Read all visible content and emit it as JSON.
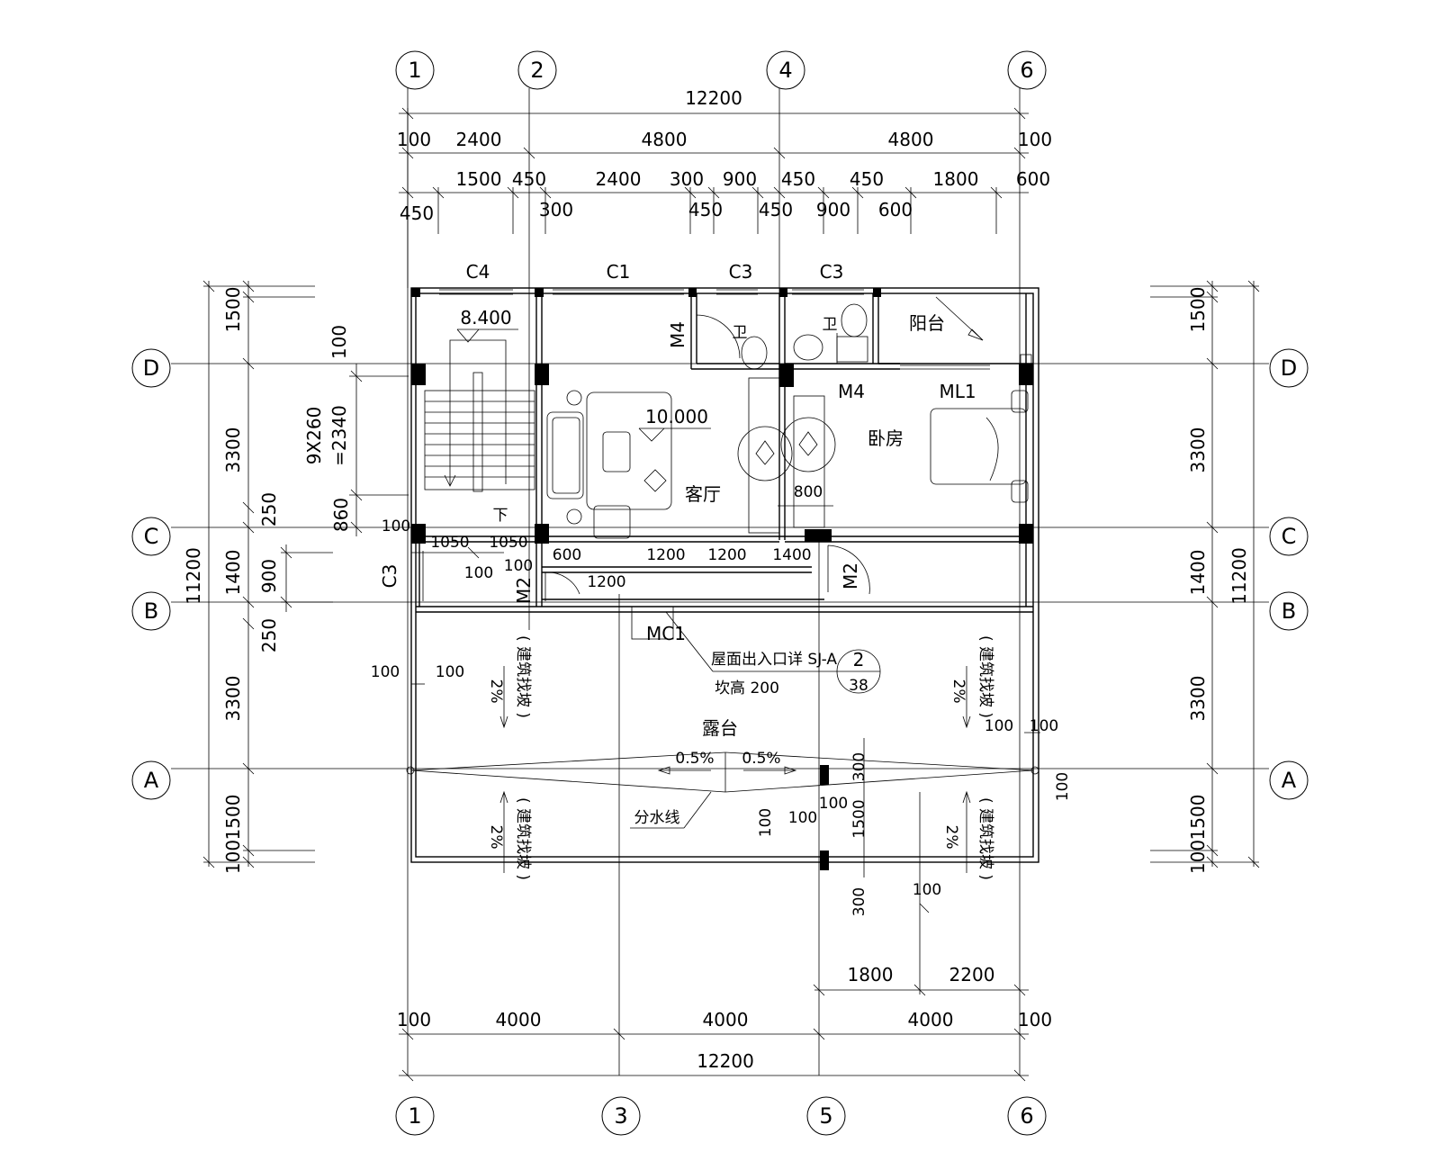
{
  "axes": {
    "top": [
      "1",
      "2",
      "4",
      "6"
    ],
    "bottom": [
      "1",
      "3",
      "5",
      "6"
    ],
    "left": [
      "D",
      "C",
      "B",
      "A"
    ],
    "right": [
      "D",
      "C",
      "B",
      "A"
    ]
  },
  "dims_top": {
    "total": "12200",
    "row2": [
      "100",
      "2400",
      "4800",
      "4800",
      "100"
    ],
    "row3": [
      "1500",
      "450",
      "2400",
      "300",
      "900",
      "450",
      "450",
      "1800",
      "600"
    ],
    "row4": [
      "450",
      "300",
      "450",
      "450",
      "900",
      "600"
    ]
  },
  "dims_bottom": {
    "sub": [
      "1800",
      "2200"
    ],
    "row": [
      "100",
      "4000",
      "4000",
      "4000",
      "100"
    ],
    "total": "12200"
  },
  "dims_left": {
    "outer": [
      "1500",
      "100",
      "3300",
      "250",
      "1400",
      "250",
      "3300",
      "100",
      "1500",
      "100"
    ],
    "total": "11200",
    "inner": [
      "100",
      "860",
      "900"
    ],
    "stair": [
      "9X260",
      "=2340"
    ]
  },
  "dims_right": {
    "outer": [
      "1500",
      "100",
      "3300",
      "1400",
      "3300",
      "100",
      "1500",
      "100"
    ],
    "total": "11200"
  },
  "rooms": {
    "balcony": "阳台",
    "living": "客厅",
    "bedroom": "卧房",
    "terrace": "露台",
    "toilet_1": "卫",
    "toilet_2": "卫"
  },
  "elevations": [
    "8.400",
    "10.000"
  ],
  "windows": [
    "C4",
    "C1",
    "C3",
    "C3",
    "C3"
  ],
  "doors": [
    "M4",
    "M4",
    "ML1",
    "M2",
    "M2",
    "MC1"
  ],
  "notes": {
    "roof_exit": "屋面出入口详 SJ-A",
    "curb": "坎高 200",
    "detail_num": "2",
    "detail_sheet": "38",
    "slope_2": "2%",
    "slope_05": "0.5%",
    "slope_note": "( 建筑找坡 )",
    "divide": "分水线",
    "down": "下"
  },
  "misc_dims": [
    "100",
    "1050",
    "1050",
    "600",
    "1200",
    "1200",
    "1400",
    "100",
    "100",
    "1200",
    "800",
    "100",
    "100",
    "100",
    "100",
    "300",
    "1500",
    "300",
    "100",
    "100",
    "100",
    "100",
    "100"
  ]
}
